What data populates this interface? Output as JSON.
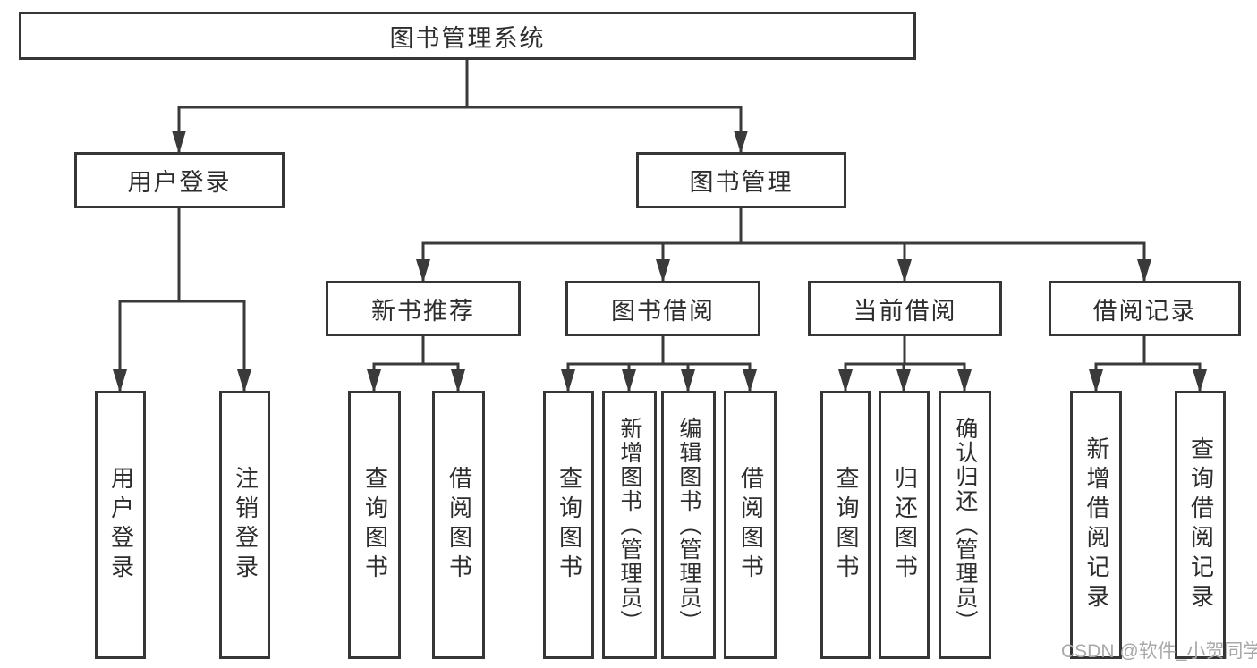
{
  "diagram": {
    "type": "tree",
    "title": "图书管理系统",
    "colors": {
      "line": "#3a3a3a",
      "box_border": "#363636",
      "box_background": "#ffffff",
      "text": "#2d2d2d",
      "watermark": "#a8a8a8",
      "page_background": "#ffffff"
    },
    "nodes": {
      "root": {
        "label": "图书管理系统",
        "children": [
          "user-login-group",
          "book-mgmt"
        ]
      },
      "user-login-group": {
        "label": "用户登录",
        "children": [
          "user-login",
          "logout"
        ]
      },
      "book-mgmt": {
        "label": "图书管理",
        "children": [
          "new-book-rec",
          "book-borrow",
          "current-borrow",
          "borrow-records"
        ]
      },
      "new-book-rec": {
        "label": "新书推荐",
        "children": [
          "nbr-query-book",
          "nbr-borrow-book"
        ]
      },
      "book-borrow": {
        "label": "图书借阅",
        "children": [
          "bb-query-book",
          "bb-add-book",
          "bb-edit-book",
          "bb-borrow-book"
        ]
      },
      "current-borrow": {
        "label": "当前借阅",
        "children": [
          "cb-query-book",
          "cb-return-book",
          "cb-confirm-return"
        ]
      },
      "borrow-records": {
        "label": "借阅记录",
        "children": [
          "br-add-record",
          "br-query-record"
        ]
      },
      "user-login": {
        "label": "用户登录",
        "children": []
      },
      "logout": {
        "label": "注销登录",
        "children": []
      },
      "nbr-query-book": {
        "label": "查询图书",
        "children": []
      },
      "nbr-borrow-book": {
        "label": "借阅图书",
        "children": []
      },
      "bb-query-book": {
        "label": "查询图书",
        "children": []
      },
      "bb-add-book": {
        "label": "新增图书（管理员）",
        "children": []
      },
      "bb-edit-book": {
        "label": "编辑图书（管理员）",
        "children": []
      },
      "bb-borrow-book": {
        "label": "借阅图书",
        "children": []
      },
      "cb-query-book": {
        "label": "查询图书",
        "children": []
      },
      "cb-return-book": {
        "label": "归还图书",
        "children": []
      },
      "cb-confirm-return": {
        "label": "确认归还（管理员）",
        "children": []
      },
      "br-add-record": {
        "label": "新增借阅记录",
        "children": []
      },
      "br-query-record": {
        "label": "查询借阅记录",
        "children": []
      }
    }
  },
  "watermark": {
    "text": "CSDN @软件_小贺同学"
  }
}
